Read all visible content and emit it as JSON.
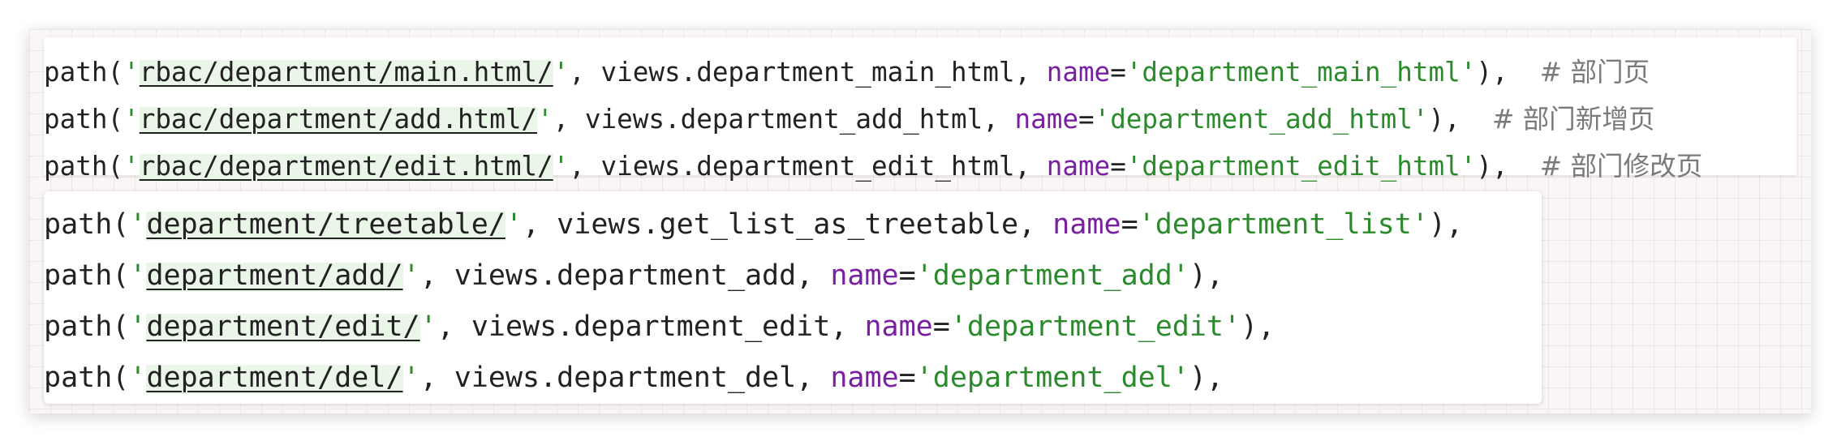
{
  "top_panel": {
    "lines": [
      {
        "prefix": "path(",
        "quote_open": "'",
        "url": "rbac/department/main.html/",
        "quote_close": "'",
        "mid": ", views.department_main_html, ",
        "kw": "name",
        "eq": "=",
        "name_value": "'department_main_html'",
        "suffix": "),  ",
        "comment": "# 部门页"
      },
      {
        "prefix": "path(",
        "quote_open": "'",
        "url": "rbac/department/add.html/",
        "quote_close": "'",
        "mid": ", views.department_add_html, ",
        "kw": "name",
        "eq": "=",
        "name_value": "'department_add_html'",
        "suffix": "),  ",
        "comment": "# 部门新增页"
      },
      {
        "prefix": "path(",
        "quote_open": "'",
        "url": "rbac/department/edit.html/",
        "quote_close": "'",
        "mid": ", views.department_edit_html, ",
        "kw": "name",
        "eq": "=",
        "name_value": "'department_edit_html'",
        "suffix": "),  ",
        "comment": "# 部门修改页"
      }
    ]
  },
  "bottom_panel": {
    "lines": [
      {
        "prefix": "path(",
        "quote_open": "'",
        "url": "department/treetable/",
        "quote_close": "'",
        "mid": ", views.get_list_as_treetable, ",
        "kw": "name",
        "eq": "=",
        "name_value": "'department_list'",
        "suffix": "),"
      },
      {
        "prefix": "path(",
        "quote_open": "'",
        "url": "department/add/",
        "quote_close": "'",
        "mid": ", views.department_add, ",
        "kw": "name",
        "eq": "=",
        "name_value": "'department_add'",
        "suffix": "),"
      },
      {
        "prefix": "path(",
        "quote_open": "'",
        "url": "department/edit/",
        "quote_close": "'",
        "mid": ", views.department_edit, ",
        "kw": "name",
        "eq": "=",
        "name_value": "'department_edit'",
        "suffix": "),"
      },
      {
        "prefix": "path(",
        "quote_open": "'",
        "url": "department/del/",
        "quote_close": "'",
        "mid": ", views.department_del, ",
        "kw": "name",
        "eq": "=",
        "name_value": "'department_del'",
        "suffix": "),"
      }
    ]
  },
  "colors": {
    "keyword": "#7a1fa2",
    "string": "#2b8a2b",
    "comment": "#7a7a7a",
    "url_highlight": "#eaf6e8"
  }
}
